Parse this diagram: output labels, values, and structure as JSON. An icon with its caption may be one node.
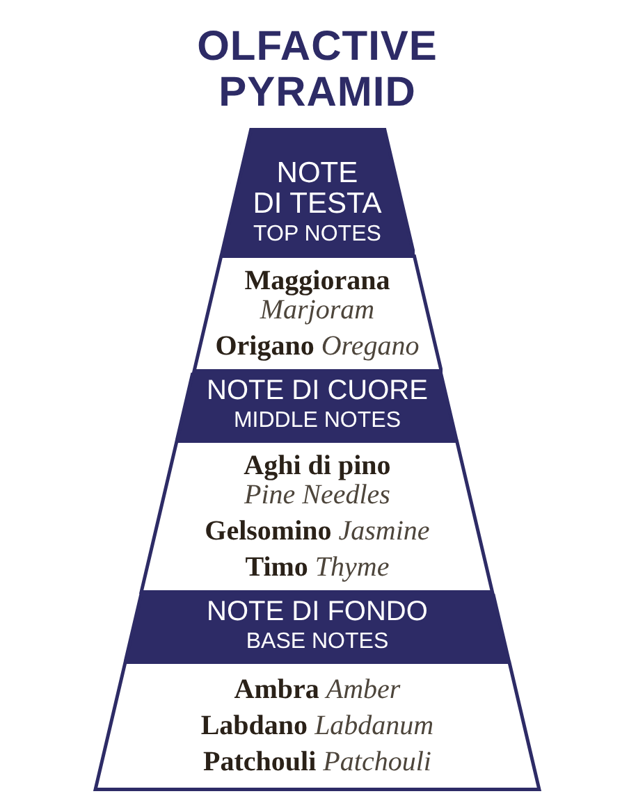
{
  "diagram": {
    "title": "OLFACTIVE PYRAMID",
    "nodes": [
      {
        "text": [
          "NOTE DI TESTA",
          "TOP NOTES"
        ]
      },
      {
        "text": [
          "**Maggiorana** *Marjoram*",
          "**Origano** *Oregano*"
        ]
      },
      {
        "text": [
          "NOTE DI CUORE",
          "MIDDLE NOTES"
        ]
      },
      {
        "text": [
          "**Aghi di pino** *Pine Needles*",
          "**Gelsomino** *Jasmine*",
          "**Timo** *Thyme*"
        ]
      },
      {
        "text": [
          "NOTE DI FONDO",
          "BASE NOTES"
        ]
      },
      {
        "text": [
          "**Ambra** *Amber*",
          "**Labdano** *Labdanum*",
          "**Patchouli** *Patchouli*"
        ]
      }
    ]
  }
}
